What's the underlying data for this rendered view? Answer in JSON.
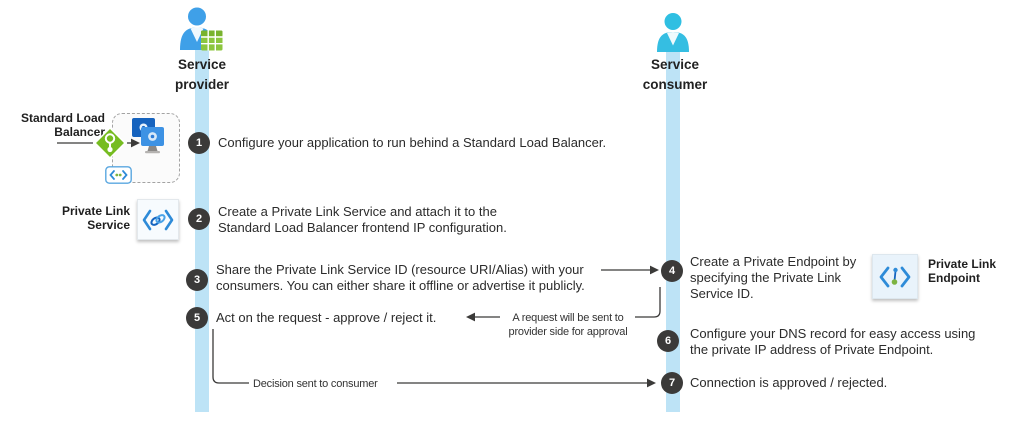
{
  "title": "Private Link Service workflow diagram",
  "lanes": {
    "provider": {
      "label": "Service\nprovider"
    },
    "consumer": {
      "label": "Service\nconsumer"
    }
  },
  "resources": {
    "standard_load_balancer": {
      "label": "Standard Load\nBalancer"
    },
    "private_link_service": {
      "label": "Private Link\nService"
    },
    "private_link_endpoint": {
      "label": "Private Link\nEndpoint"
    }
  },
  "steps": [
    {
      "number": "1",
      "lane": "provider",
      "text": "Configure your application to run behind a Standard Load Balancer."
    },
    {
      "number": "2",
      "lane": "provider",
      "text": "Create a Private Link Service and attach it to the\nStandard Load Balancer frontend IP configuration."
    },
    {
      "number": "3",
      "lane": "provider",
      "text": "Share the Private Link Service ID (resource URI/Alias) with your\nconsumers. You can either share it offline or advertise it publicly."
    },
    {
      "number": "4",
      "lane": "consumer",
      "text": "Create a Private Endpoint by\nspecifying the Private Link\nService ID."
    },
    {
      "number": "5",
      "lane": "provider",
      "text": "Act on the request - approve / reject it."
    },
    {
      "number": "6",
      "lane": "consumer",
      "text": "Configure your DNS record for easy access using\nthe private IP address of Private Endpoint."
    },
    {
      "number": "7",
      "lane": "consumer",
      "text": "Connection is approved / rejected."
    }
  ],
  "annotations": {
    "request": {
      "text": "A request will be sent to\nprovider side for approval"
    },
    "decision": {
      "text": "Decision sent to consumer"
    }
  },
  "colors": {
    "lane_bar": "#BDE3F6",
    "badge": "#3B3A39",
    "connector": "#3B3A39",
    "person_provider": "#3FA0E8",
    "person_consumer": "#35BEE2",
    "grid_green": "#8CC63E",
    "diamond_green": "#76BC21",
    "bracket_blue": "#2E8BD8",
    "dot_green": "#7CB342"
  }
}
